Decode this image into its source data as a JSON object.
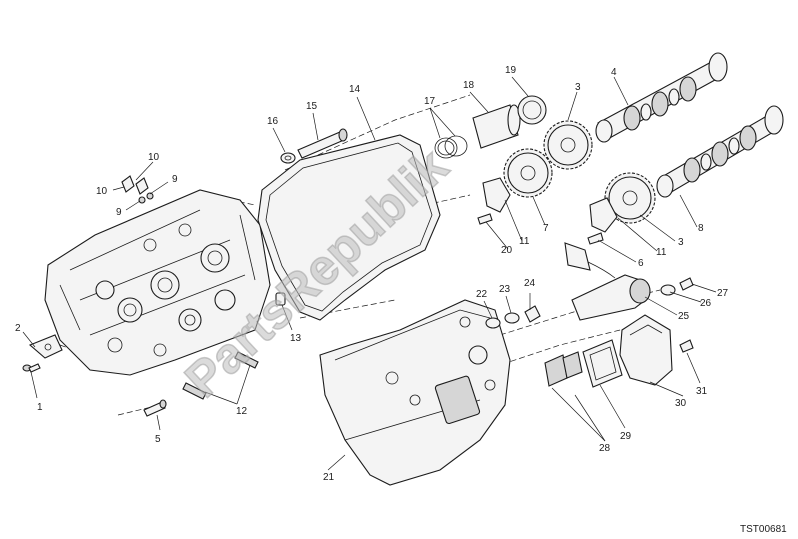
{
  "diagram": {
    "watermark_text": "PartsRepublik",
    "reference_code": "TST00681",
    "callouts": [
      "1",
      "2",
      "3",
      "3",
      "4",
      "5",
      "6",
      "7",
      "8",
      "9",
      "9",
      "10",
      "10",
      "11",
      "11",
      "12",
      "13",
      "14",
      "15",
      "16",
      "17",
      "18",
      "19",
      "20",
      "21",
      "22",
      "23",
      "24",
      "25",
      "26",
      "27",
      "28",
      "29",
      "30",
      "31"
    ]
  }
}
